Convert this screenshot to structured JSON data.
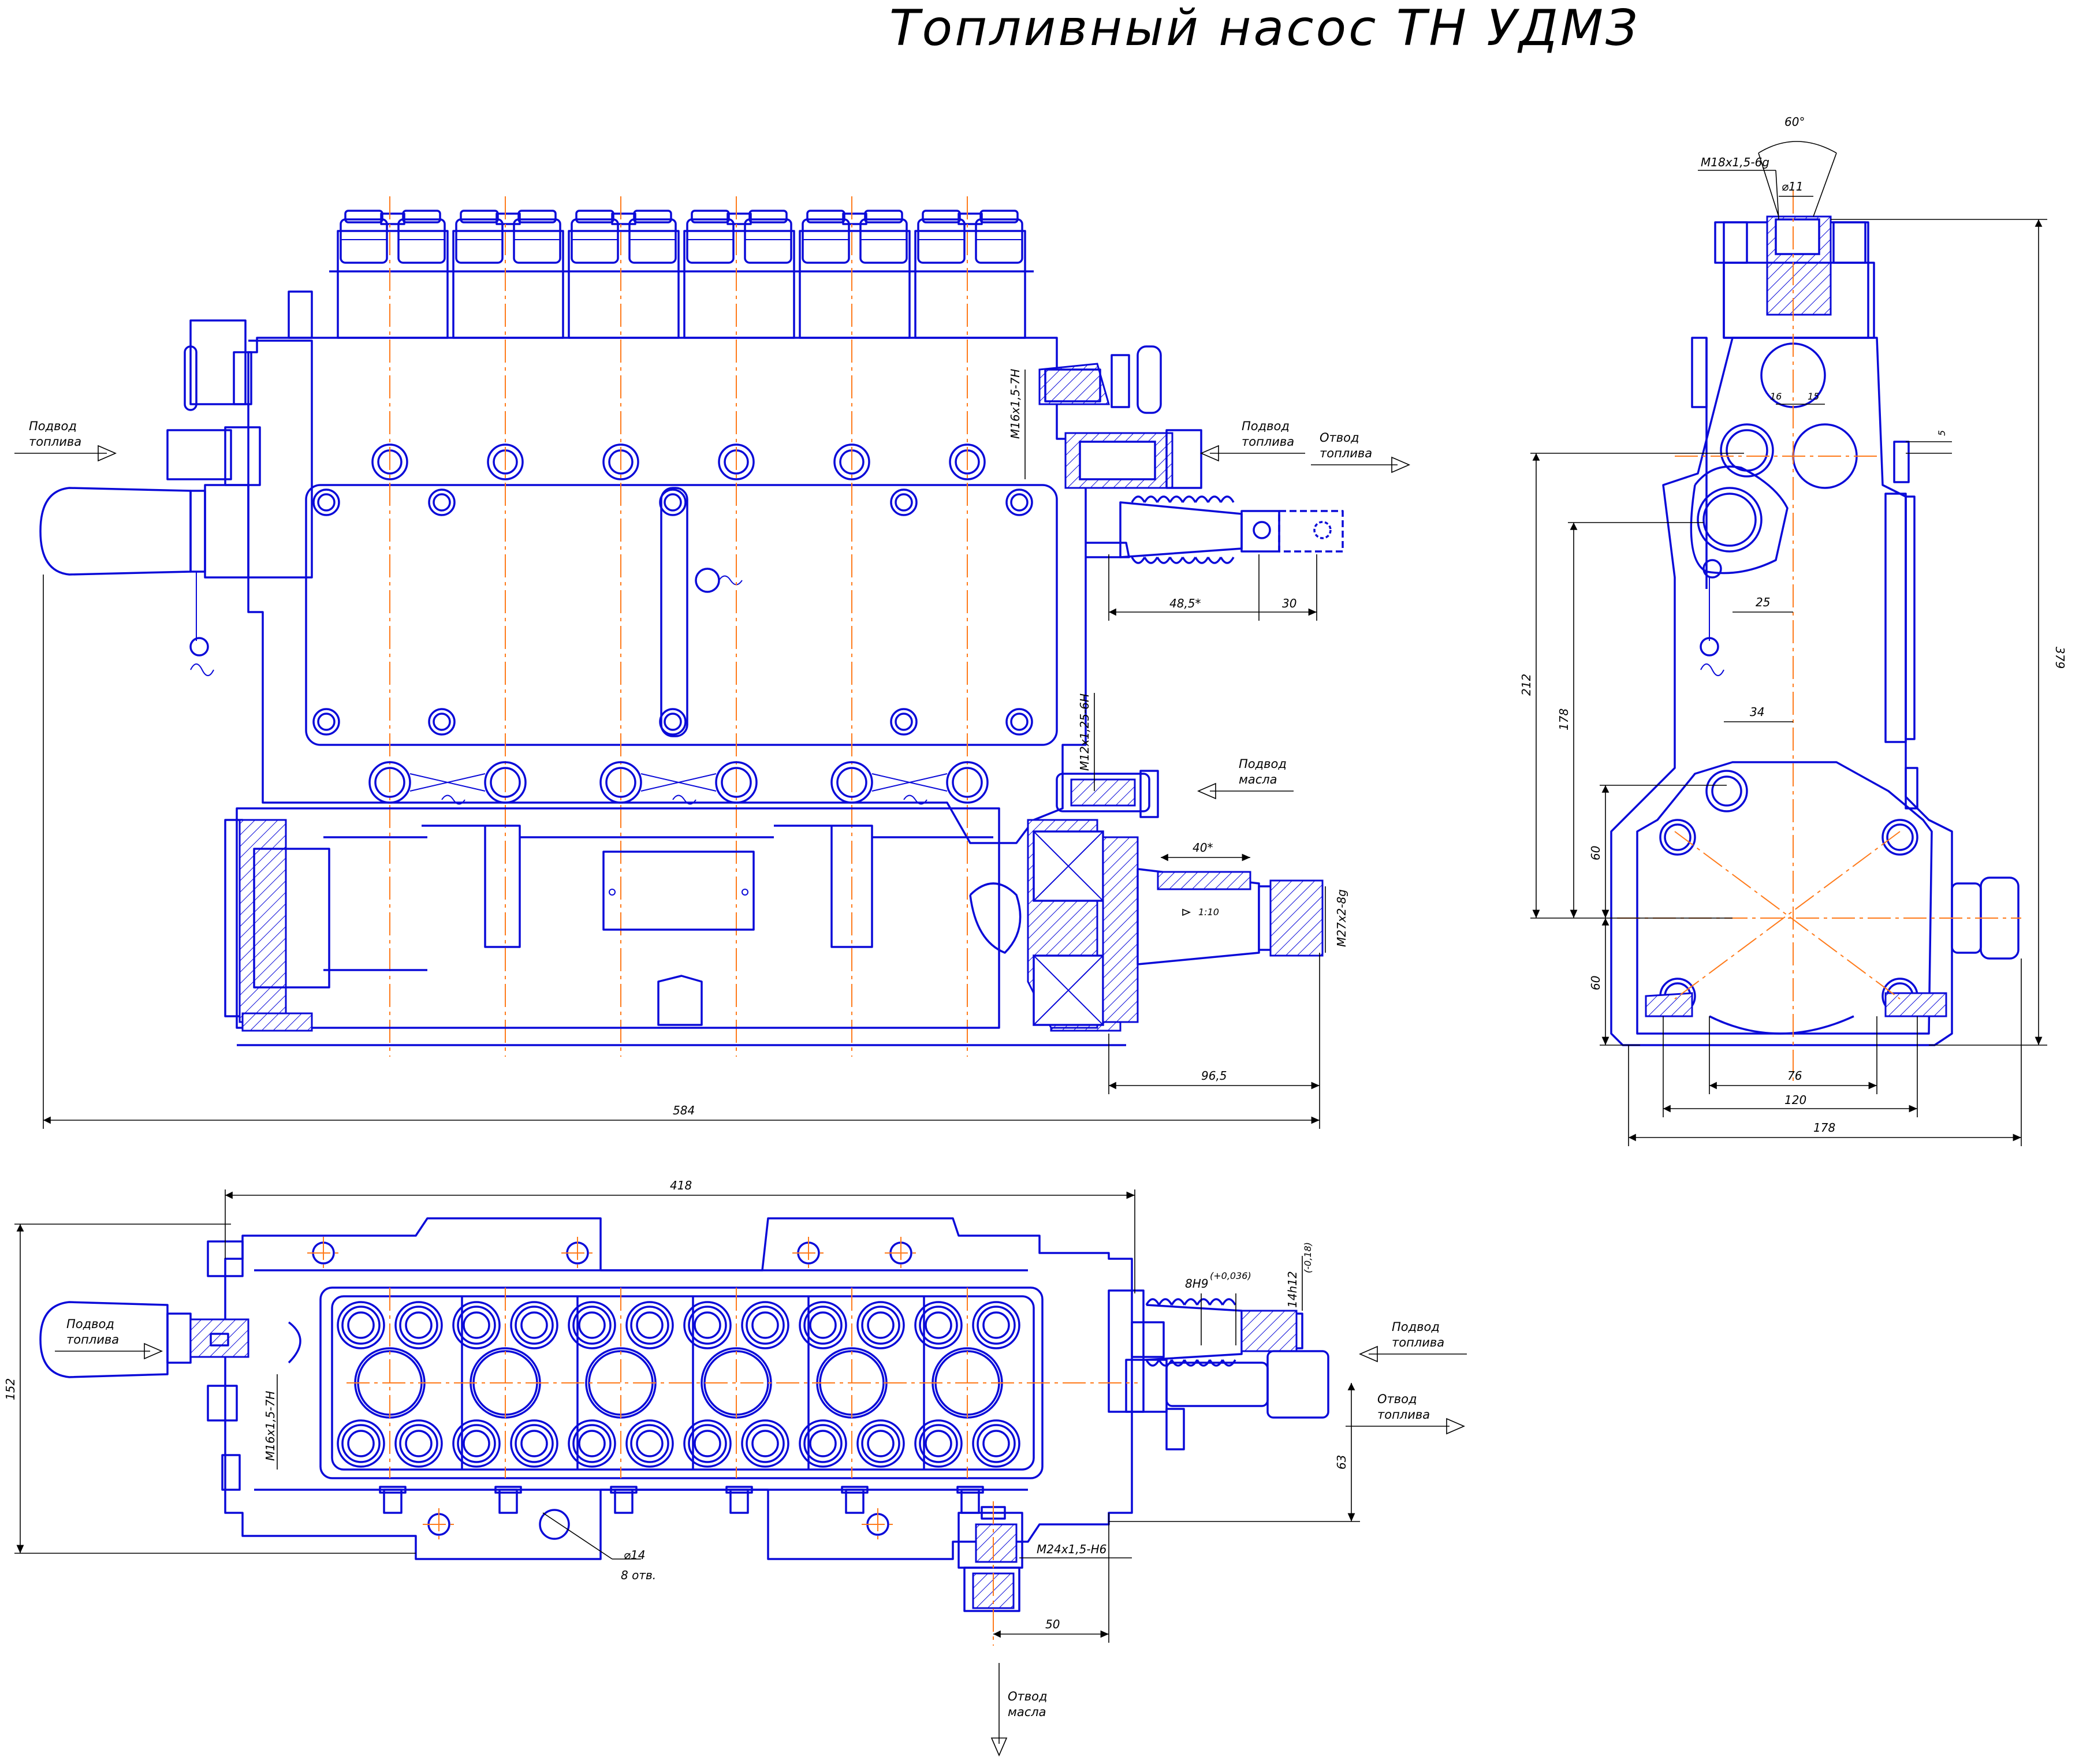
{
  "title": "Топливный насос ТН УДМЗ",
  "colors": {
    "outline": "#0a0ad8",
    "centerline": "#ff7a1a",
    "dimension": "#000000",
    "background": "#ffffff"
  },
  "notes": {
    "fuel_in": [
      "Подвод",
      "топлива"
    ],
    "fuel_out": [
      "Отвод",
      "топлива"
    ],
    "oil_in": [
      "Подвод",
      "масла"
    ],
    "oil_out": [
      "Отвод",
      "масла"
    ]
  },
  "front_view": {
    "thread_top": "M16x1,5-7H",
    "thread_mid": "M12x1,25-6H",
    "thread_shaft": "M27x2-8g",
    "taper": "1:10",
    "dims": {
      "lever_travel": "48,5*",
      "lever_end": "30",
      "shaft_key": "40*",
      "shaft_out": "96,5",
      "overall": "584"
    }
  },
  "side_view": {
    "thread_top": "M18x1,5-6g",
    "angle": "60°",
    "bore": "⌀11",
    "dims": {
      "d16": "16",
      "d15": "15",
      "d5": "5",
      "d25": "25",
      "d34": "34",
      "h212": "212",
      "h178": "178",
      "h60a": "60",
      "h60b": "60",
      "h379": "379",
      "w76": "76",
      "w120": "120",
      "w178": "178"
    }
  },
  "plan_view": {
    "thread_left": "M16x1,5-7H",
    "thread_drain": "M24x1,5-H6",
    "hole_dia": "⌀14",
    "hole_count": "8 отв.",
    "spline": "8H9",
    "spline_tol": "(+0,036)",
    "shaft_dia": "14h12",
    "shaft_tol": "(-0,18)",
    "dims": {
      "length": "418",
      "width": "152",
      "offset": "63",
      "drain": "50"
    }
  }
}
